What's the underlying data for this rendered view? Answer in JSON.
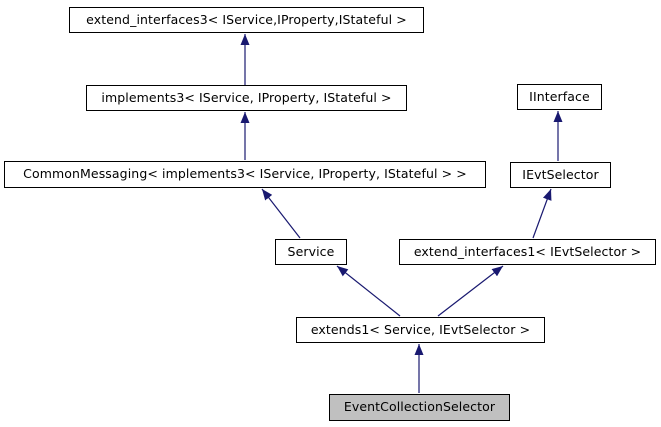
{
  "diagram": {
    "kind": "class-inheritance-graph",
    "colors": {
      "edge": "#191970",
      "node_border": "#000000",
      "node_fill": "#ffffff",
      "selected_node_fill": "#c0c0c0",
      "text": "#000000",
      "background": "#ffffff"
    },
    "nodes": [
      {
        "id": "extend-interfaces3",
        "label": "extend_interfaces3< IService,IProperty,IStateful >",
        "selected": false
      },
      {
        "id": "implements3",
        "label": "implements3< IService, IProperty, IStateful >",
        "selected": false
      },
      {
        "id": "iinterface",
        "label": "IInterface",
        "selected": false
      },
      {
        "id": "common-messaging",
        "label": "CommonMessaging< implements3< IService, IProperty, IStateful > >",
        "selected": false
      },
      {
        "id": "ievtselector",
        "label": "IEvtSelector",
        "selected": false
      },
      {
        "id": "service",
        "label": "Service",
        "selected": false
      },
      {
        "id": "extend-interfaces1",
        "label": "extend_interfaces1< IEvtSelector >",
        "selected": false
      },
      {
        "id": "extends1",
        "label": "extends1< Service, IEvtSelector >",
        "selected": false
      },
      {
        "id": "event-collection-selector",
        "label": "EventCollectionSelector",
        "selected": true
      }
    ],
    "edges": [
      {
        "from": "implements3",
        "to": "extend-interfaces3"
      },
      {
        "from": "common-messaging",
        "to": "implements3"
      },
      {
        "from": "service",
        "to": "common-messaging"
      },
      {
        "from": "ievtselector",
        "to": "iinterface"
      },
      {
        "from": "extend-interfaces1",
        "to": "ievtselector"
      },
      {
        "from": "extends1",
        "to": "service"
      },
      {
        "from": "extends1",
        "to": "extend-interfaces1"
      },
      {
        "from": "event-collection-selector",
        "to": "extends1"
      }
    ]
  }
}
